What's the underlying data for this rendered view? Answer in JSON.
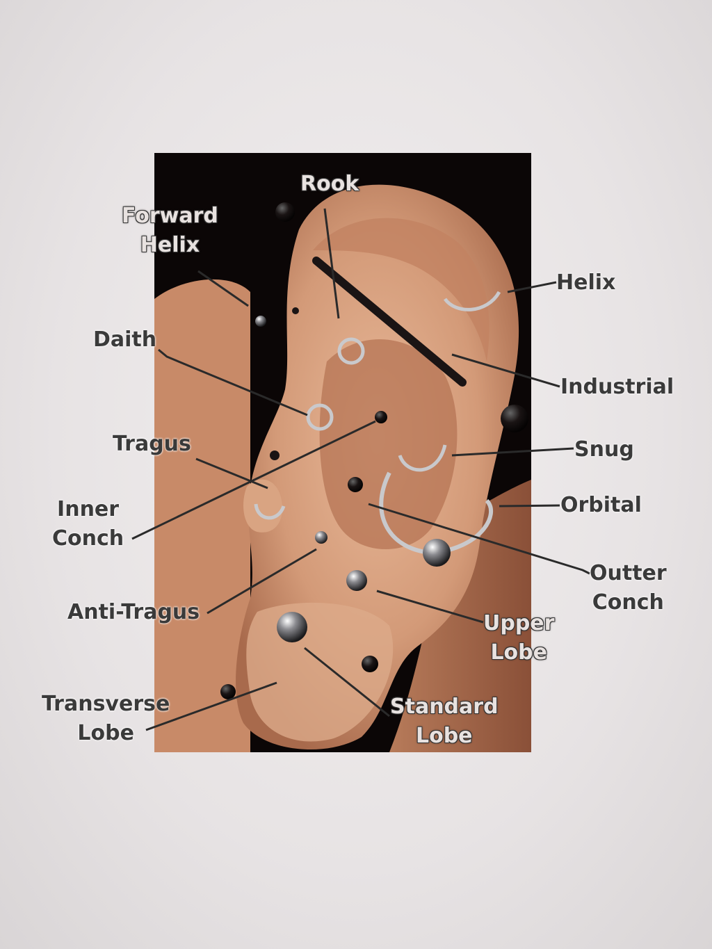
{
  "labels": {
    "rook": "Rook",
    "forward_helix": [
      "Forward",
      "Helix"
    ],
    "helix": "Helix",
    "daith": "Daith",
    "industrial": "Industrial",
    "tragus": "Tragus",
    "snug": "Snug",
    "inner_conch": [
      "Inner",
      "Conch"
    ],
    "orbital": "Orbital",
    "outter_conch": [
      "Outter",
      "Conch"
    ],
    "anti_tragus": "Anti-Tragus",
    "upper_lobe": [
      "Upper",
      "Lobe"
    ],
    "transverse_lobe": [
      "Transverse",
      "Lobe"
    ],
    "standard_lobe": [
      "Standard",
      "Lobe"
    ]
  },
  "colors": {
    "paper": "#ecebeb",
    "photo_bg": "#0b0606",
    "skin": "#d9a482",
    "skin_shadow": "#b07252",
    "label_text": "#3a3a3a",
    "leader_line": "#2a2a2a",
    "metal": "#c9c9cc"
  }
}
